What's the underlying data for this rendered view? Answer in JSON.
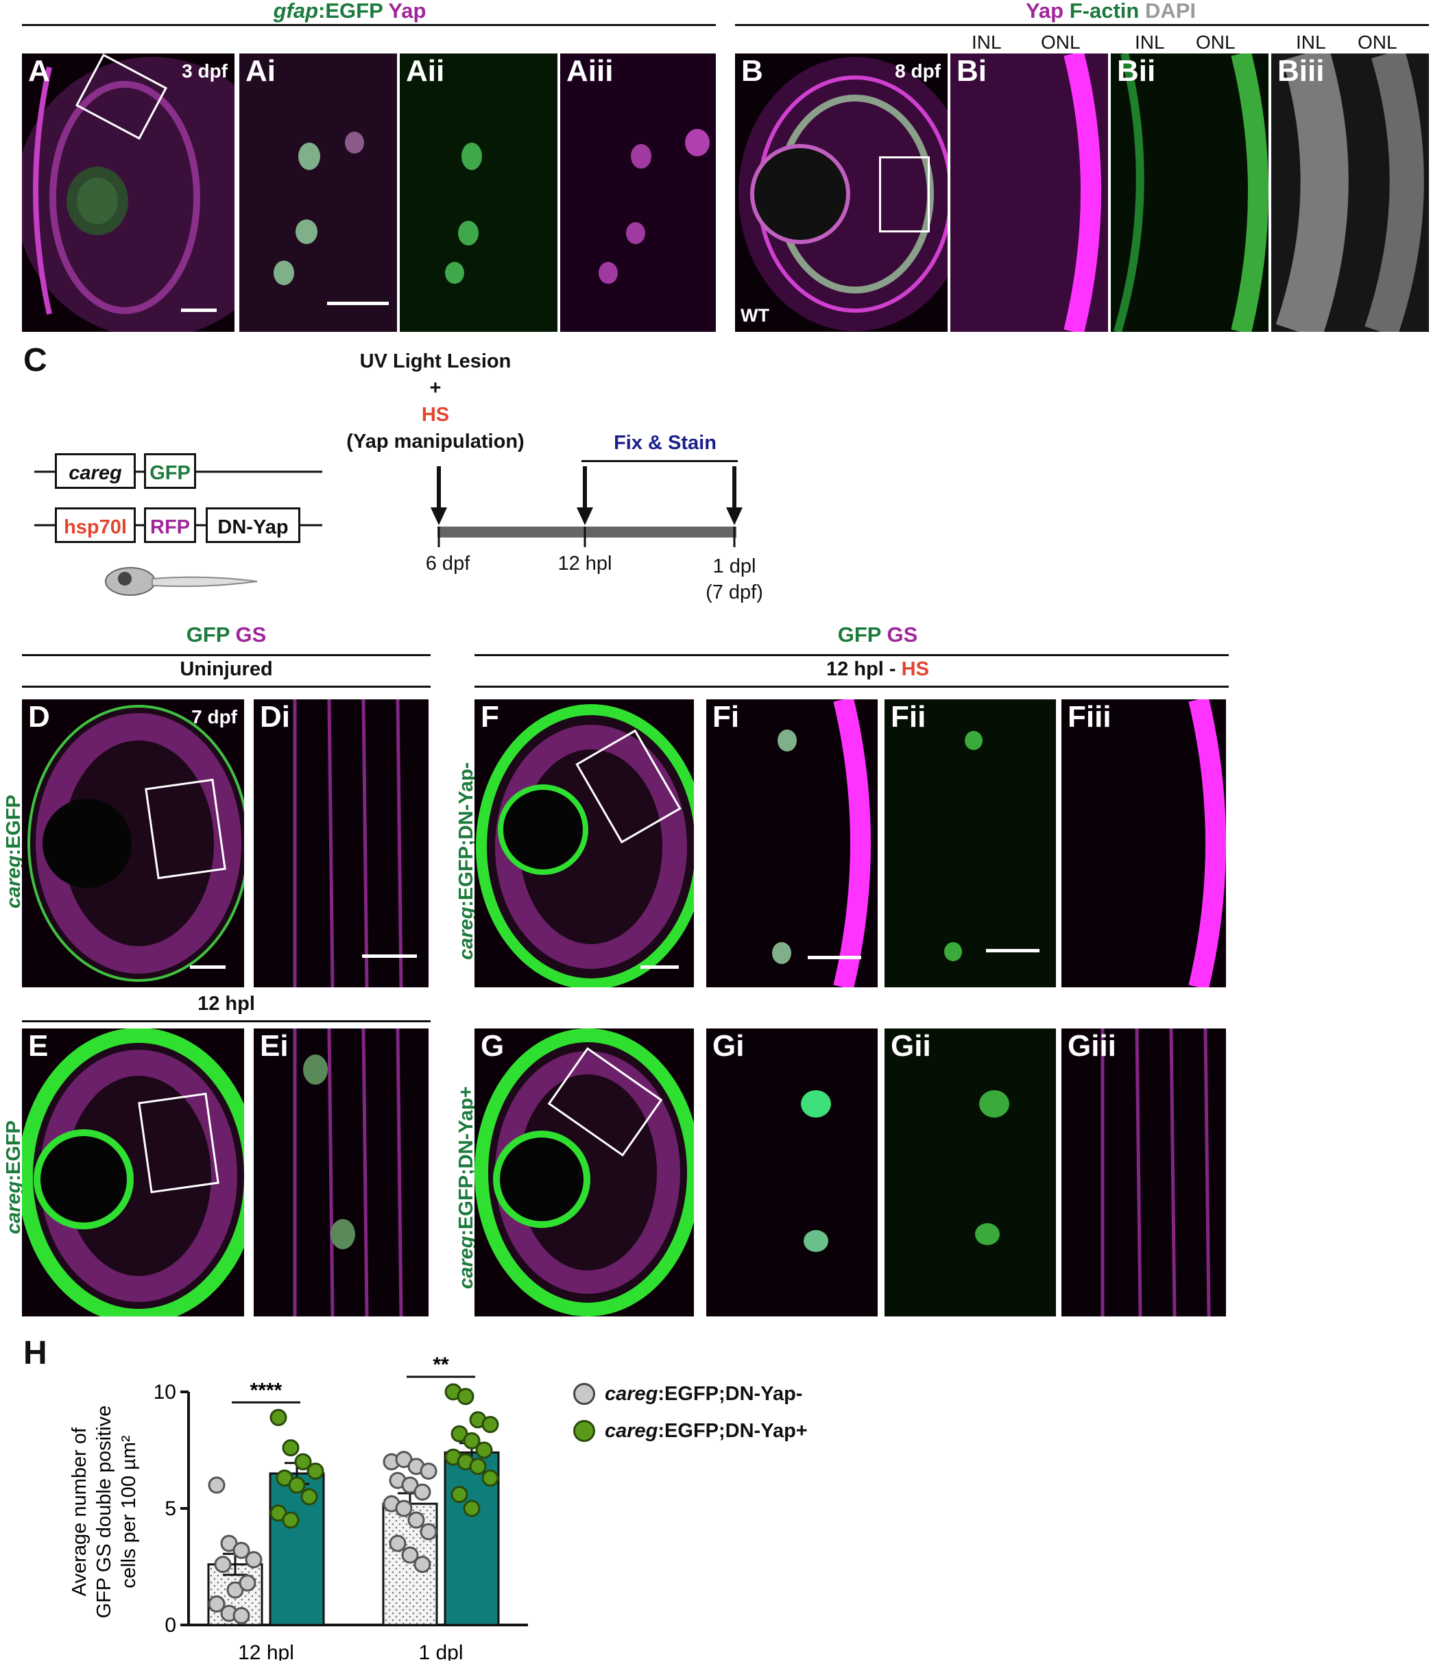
{
  "top_left_header": {
    "part1": "gfap",
    "part2": ":EGFP",
    "part3": "Yap"
  },
  "top_right_header": {
    "yap": "Yap",
    "factin": "F-actin",
    "dapi": "DAPI"
  },
  "panels_A": [
    {
      "label": "A",
      "corner": "3 dpf"
    },
    {
      "label": "Ai"
    },
    {
      "label": "Aii"
    },
    {
      "label": "Aiii"
    }
  ],
  "panels_B": [
    {
      "label": "B",
      "corner": "8 dpf",
      "wt": "WT"
    },
    {
      "label": "Bi"
    },
    {
      "label": "Bii"
    },
    {
      "label": "Biii"
    }
  ],
  "layers": {
    "inl": "INL",
    "onl": "ONL"
  },
  "panel_C": {
    "letter": "C",
    "construct1": {
      "promoter": "careg",
      "reporter": "GFP"
    },
    "construct2": {
      "promoter": "hsp70l",
      "reporter": "RFP",
      "effector": "DN-Yap"
    },
    "lesion_line1": "UV Light Lesion",
    "plus": "+",
    "hs": "HS",
    "yap_manip": "(Yap manipulation)",
    "fix_stain": "Fix & Stain",
    "t1": "6 dpf",
    "t2": "12 hpl",
    "t3a": "1 dpl",
    "t3b": "(7 dpf)"
  },
  "mid_left_header": {
    "gfp": "GFP",
    "gs": "GS",
    "sub": "Uninjured",
    "sub2": "12 hpl"
  },
  "mid_right_header": {
    "gfp": "GFP",
    "gs": "GS",
    "sub_a": "12 hpl",
    "sub_dash": "-",
    "sub_b": "HS"
  },
  "row_labels": {
    "D": {
      "ital": "careg",
      "rest": ":EGFP"
    },
    "E": {
      "ital": "careg",
      "rest": ":EGFP"
    },
    "F": {
      "ital": "careg",
      "rest": ":EGFP;DN-Yap-"
    },
    "G": {
      "ital": "careg",
      "rest": ":EGFP;DN-Yap+"
    }
  },
  "panels_D": [
    {
      "label": "D",
      "corner": "7 dpf"
    },
    {
      "label": "Di"
    }
  ],
  "panels_E": [
    {
      "label": "E"
    },
    {
      "label": "Ei"
    }
  ],
  "panels_F": [
    {
      "label": "F"
    },
    {
      "label": "Fi"
    },
    {
      "label": "Fii"
    },
    {
      "label": "Fiii"
    }
  ],
  "panels_G": [
    {
      "label": "G"
    },
    {
      "label": "Gi"
    },
    {
      "label": "Gii"
    },
    {
      "label": "Giii"
    }
  ],
  "panel_H": {
    "letter": "H"
  },
  "chart_data": {
    "type": "bar",
    "ylabel_lines": [
      "Average number of",
      "GFP GS double positive",
      "cells per 100 µm²"
    ],
    "ylim": [
      0,
      10
    ],
    "yticks": [
      "0",
      "5",
      "10"
    ],
    "categories": [
      "12 hpl",
      "1 dpl"
    ],
    "series": [
      {
        "name": "careg:EGFP;DN-Yap-",
        "name_ital": "careg",
        "name_rest": ":EGFP;DN-Yap-",
        "color": "#c8c8c8",
        "values": [
          2.6,
          5.2
        ],
        "sem": [
          0.45,
          0.45
        ],
        "points": [
          [
            6.0,
            3.5,
            3.2,
            2.8,
            2.6,
            1.5,
            1.8,
            0.9,
            0.5,
            0.4
          ],
          [
            7.0,
            7.1,
            6.8,
            6.6,
            6.2,
            6.0,
            5.7,
            5.2,
            5.0,
            4.5,
            4.0,
            3.5,
            3.0,
            2.6
          ]
        ]
      },
      {
        "name": "careg:EGFP;DN-Yap+",
        "name_ital": "careg",
        "name_rest": ":EGFP;DN-Yap+",
        "color": "#0f7e7a",
        "values": [
          6.5,
          7.4
        ],
        "sem": [
          0.45,
          0.4
        ],
        "points": [
          [
            8.9,
            7.6,
            7.0,
            6.6,
            6.3,
            6.0,
            5.5,
            4.8,
            4.5
          ],
          [
            10.0,
            9.8,
            8.8,
            8.6,
            8.2,
            7.9,
            7.5,
            7.2,
            7.0,
            6.8,
            6.3,
            5.6,
            5.0
          ]
        ]
      }
    ],
    "significance": [
      "****",
      "**"
    ]
  }
}
